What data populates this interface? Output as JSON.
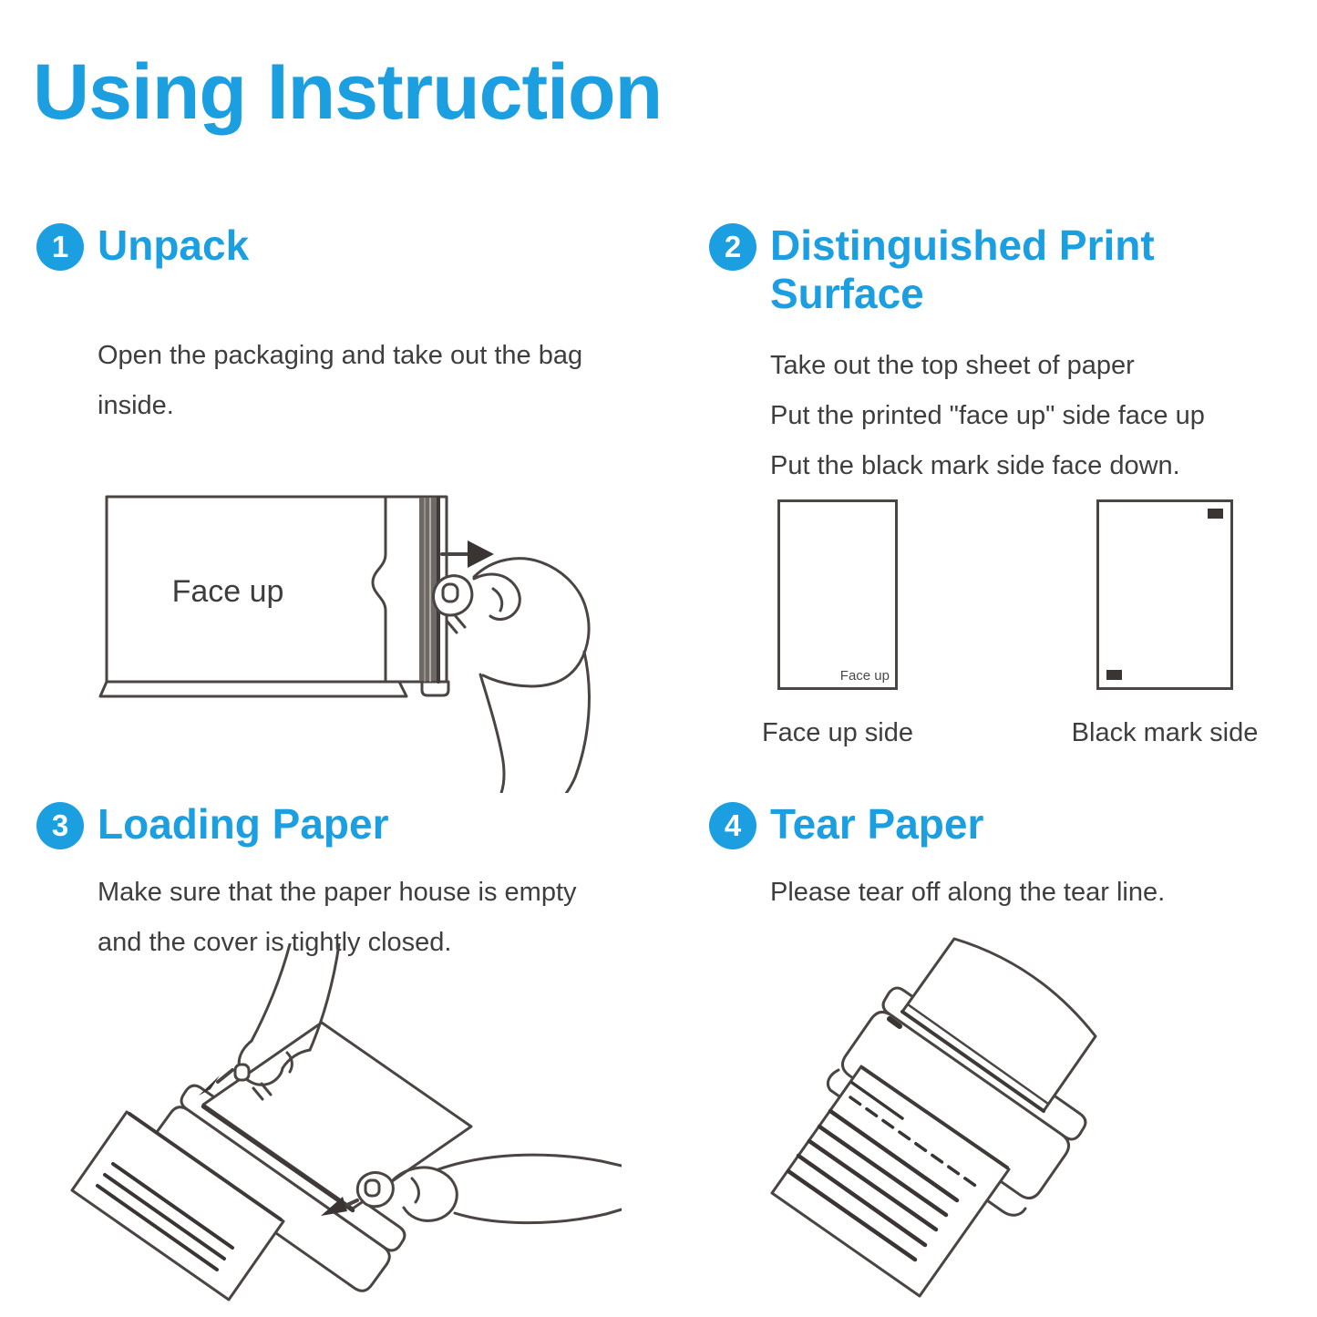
{
  "colors": {
    "accent": "#1b9fe1",
    "body_text": "#3e3e3e",
    "line_art": "#4a4442",
    "ink": "#3a3433"
  },
  "title": "Using Instruction",
  "steps": [
    {
      "number": "1",
      "heading": "Unpack",
      "body": [
        "Open the packaging and take out the bag inside."
      ],
      "illustration": {
        "package_label": "Face up"
      }
    },
    {
      "number": "2",
      "heading": "Distinguished Print Surface",
      "body": [
        "Take out the top sheet of paper",
        "Put the printed \"face up\" side face up",
        "Put the black mark side face down."
      ],
      "illustration": {
        "sheet_label": "Face up",
        "captions": [
          "Face up side",
          "Black mark side"
        ]
      }
    },
    {
      "number": "3",
      "heading": "Loading Paper",
      "body": [
        "Make sure that the paper house is empty and the cover is tightly closed."
      ]
    },
    {
      "number": "4",
      "heading": "Tear Paper",
      "body": [
        "Please tear off along the tear line."
      ]
    }
  ]
}
